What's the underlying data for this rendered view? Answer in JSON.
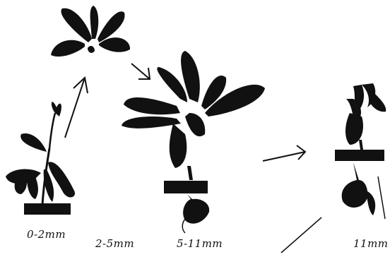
{
  "labels": {
    "stage1": "0-2mm",
    "stage2": "2-5mm",
    "stage3": "5-11mm",
    "stage4": "11mm"
  },
  "colors": {
    "ink": "#111111",
    "paper": "#ffffff"
  }
}
